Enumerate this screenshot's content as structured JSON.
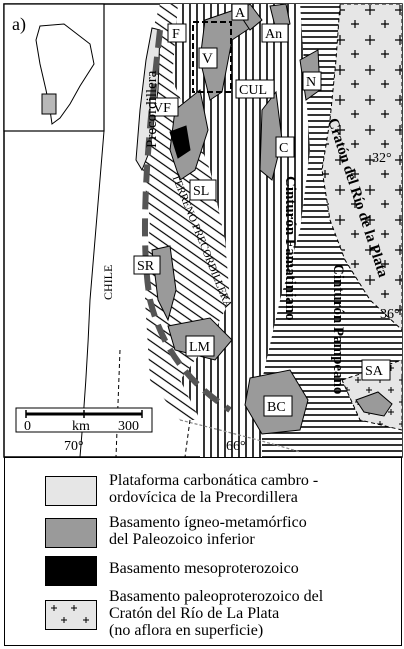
{
  "panel_label": "a)",
  "map_labels": {
    "precordillera": "Precordillera",
    "chile": "CHILE",
    "craton": "Cratón del Río de la Plata",
    "cinturon_famatiniano": "Cinturón Famatiniano",
    "cinturon_pampeano": "Cinturón Pampeano",
    "terreno_precordillera": "TERRENO PRECORDILLERA",
    "lat_32": "32°",
    "lat_36": "36°",
    "lon_70": "70°",
    "lon_66": "66°"
  },
  "boxed_labels": {
    "A": "A",
    "An": "An",
    "F": "F",
    "V": "V",
    "CUL": "CUL",
    "N": "N",
    "VF": "VF",
    "C": "C",
    "SL": "SL",
    "SR": "SR",
    "LM": "LM",
    "BC": "BC",
    "SA": "SA"
  },
  "scale_bar": {
    "start": "0",
    "unit": "km",
    "end": "300"
  },
  "legend": [
    {
      "text": "Plataforma carbonática cambro -\nordovícica de la Precordillera",
      "swatch": "light"
    },
    {
      "text": "Basamento ígneo-metamórfico\ndel Paleozoico inferior",
      "swatch": "grey"
    },
    {
      "text": "Basamento mesoproterozoico",
      "swatch": "black"
    },
    {
      "text": "Basamento paleoproterozoico del\nCratón del Río de La Plata\n(no aflora en superficie)",
      "swatch": "cross"
    }
  ],
  "colors": {
    "light_fill": "#e6e6e6",
    "grey_fill": "#9a9a9a",
    "black_fill": "#000000",
    "line": "#000000"
  }
}
